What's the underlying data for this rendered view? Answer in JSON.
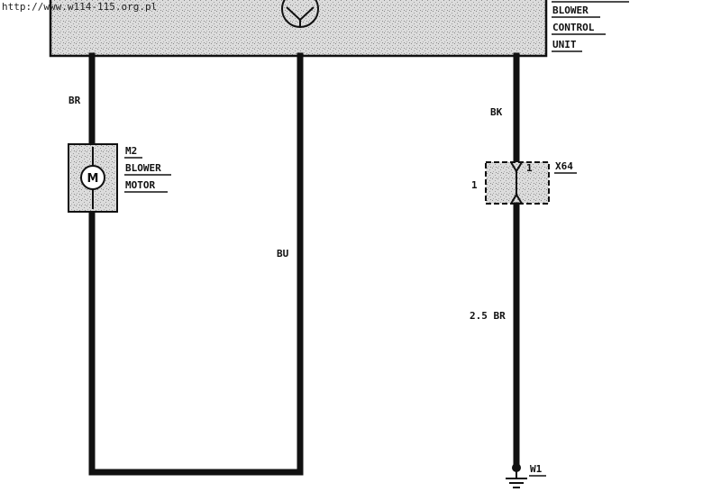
{
  "watermark": "http://www.w114-115.org.pl",
  "control_unit": {
    "label_line1": "BLOWER",
    "label_line2": "CONTROL",
    "label_line3": "UNIT"
  },
  "blower_motor": {
    "ref": "M2",
    "label_line1": "BLOWER",
    "label_line2": "MOTOR"
  },
  "connector": {
    "ref": "X64",
    "pin_left": "1",
    "pin_right": "1"
  },
  "ground": {
    "ref": "W1"
  },
  "wires": {
    "motor_feed": "BR",
    "return": "BU",
    "unit_out": "BK",
    "ground_wire": "2.5 BR"
  }
}
